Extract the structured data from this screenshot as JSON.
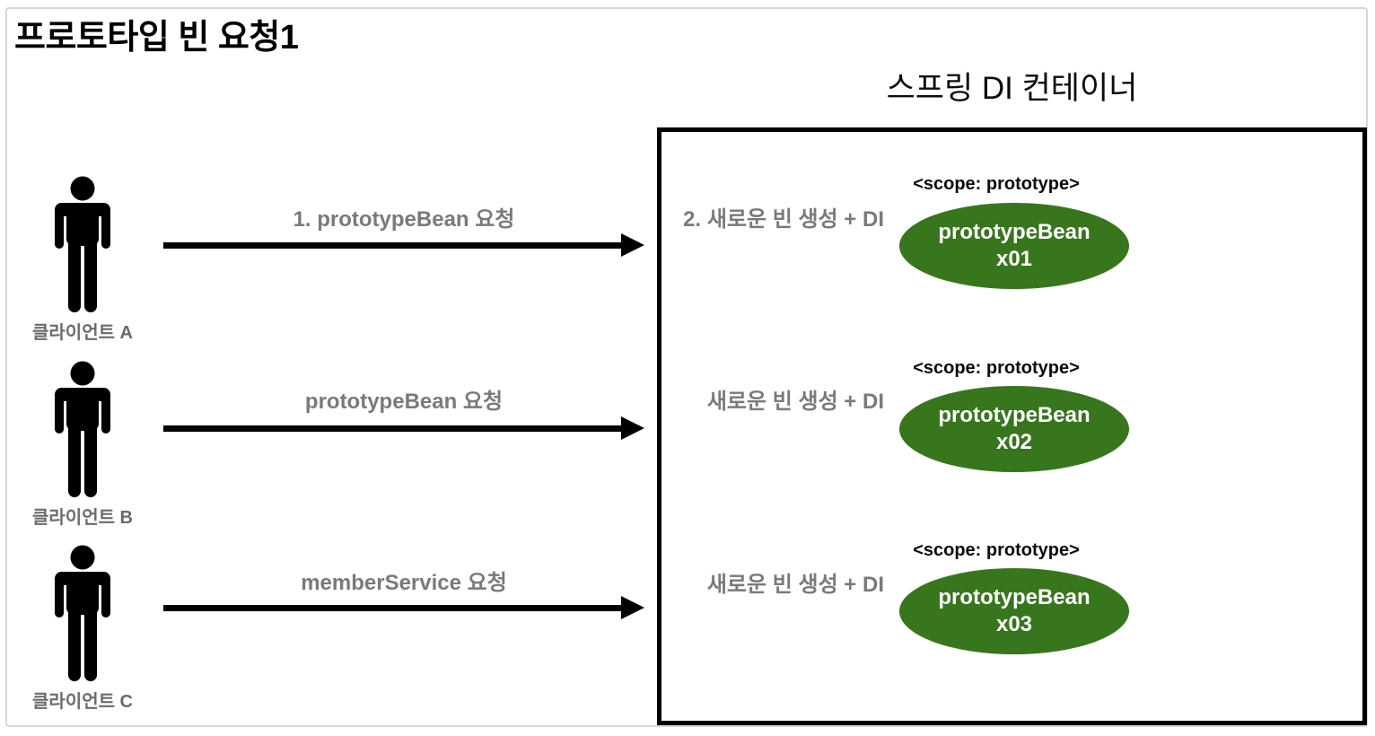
{
  "page": {
    "title": "프로토타입 빈 요청1"
  },
  "colors": {
    "bean_green": "#38761d",
    "label_gray": "#7a7a7a",
    "line_black": "#000000"
  },
  "clients": [
    {
      "label": "클라이언트 A"
    },
    {
      "label": "클라이언트 B"
    },
    {
      "label": "클라이언트 C"
    }
  ],
  "arrows": [
    {
      "label": "1. prototypeBean 요청"
    },
    {
      "label": "prototypeBean 요청"
    },
    {
      "label": "memberService 요청"
    }
  ],
  "container": {
    "title": "스프링 DI 컨테이너",
    "rows": [
      {
        "action": "2. 새로운 빈 생성 + DI",
        "scope": "<scope: prototype>",
        "bean_name": "prototypeBean",
        "bean_instance": "x01"
      },
      {
        "action": "새로운 빈 생성 + DI",
        "scope": "<scope: prototype>",
        "bean_name": "prototypeBean",
        "bean_instance": "x02"
      },
      {
        "action": "새로운 빈 생성 + DI",
        "scope": "<scope: prototype>",
        "bean_name": "prototypeBean",
        "bean_instance": "x03"
      }
    ]
  }
}
